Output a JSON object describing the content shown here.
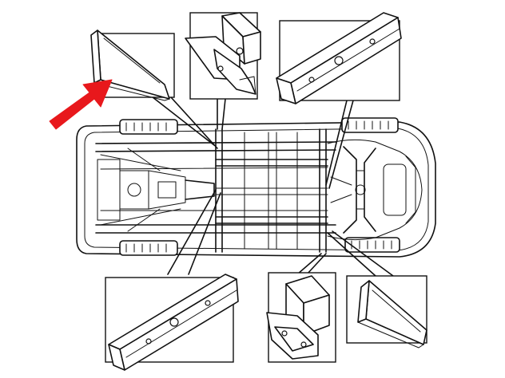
{
  "diagram": {
    "subject": "vehicle-underbody-chassis-plan",
    "callouts": [
      {
        "id": "top-left",
        "part": "tapered-sill-section"
      },
      {
        "id": "top-center",
        "part": "box-bracket"
      },
      {
        "id": "top-right",
        "part": "long-channel-beam"
      },
      {
        "id": "bottom-left",
        "part": "long-channel-beam"
      },
      {
        "id": "bottom-center",
        "part": "box-bracket"
      },
      {
        "id": "bottom-right",
        "part": "tapered-sill-section"
      }
    ],
    "highlight": {
      "icon": "arrow-icon",
      "color": "#e8181c",
      "target": "top-left"
    }
  }
}
